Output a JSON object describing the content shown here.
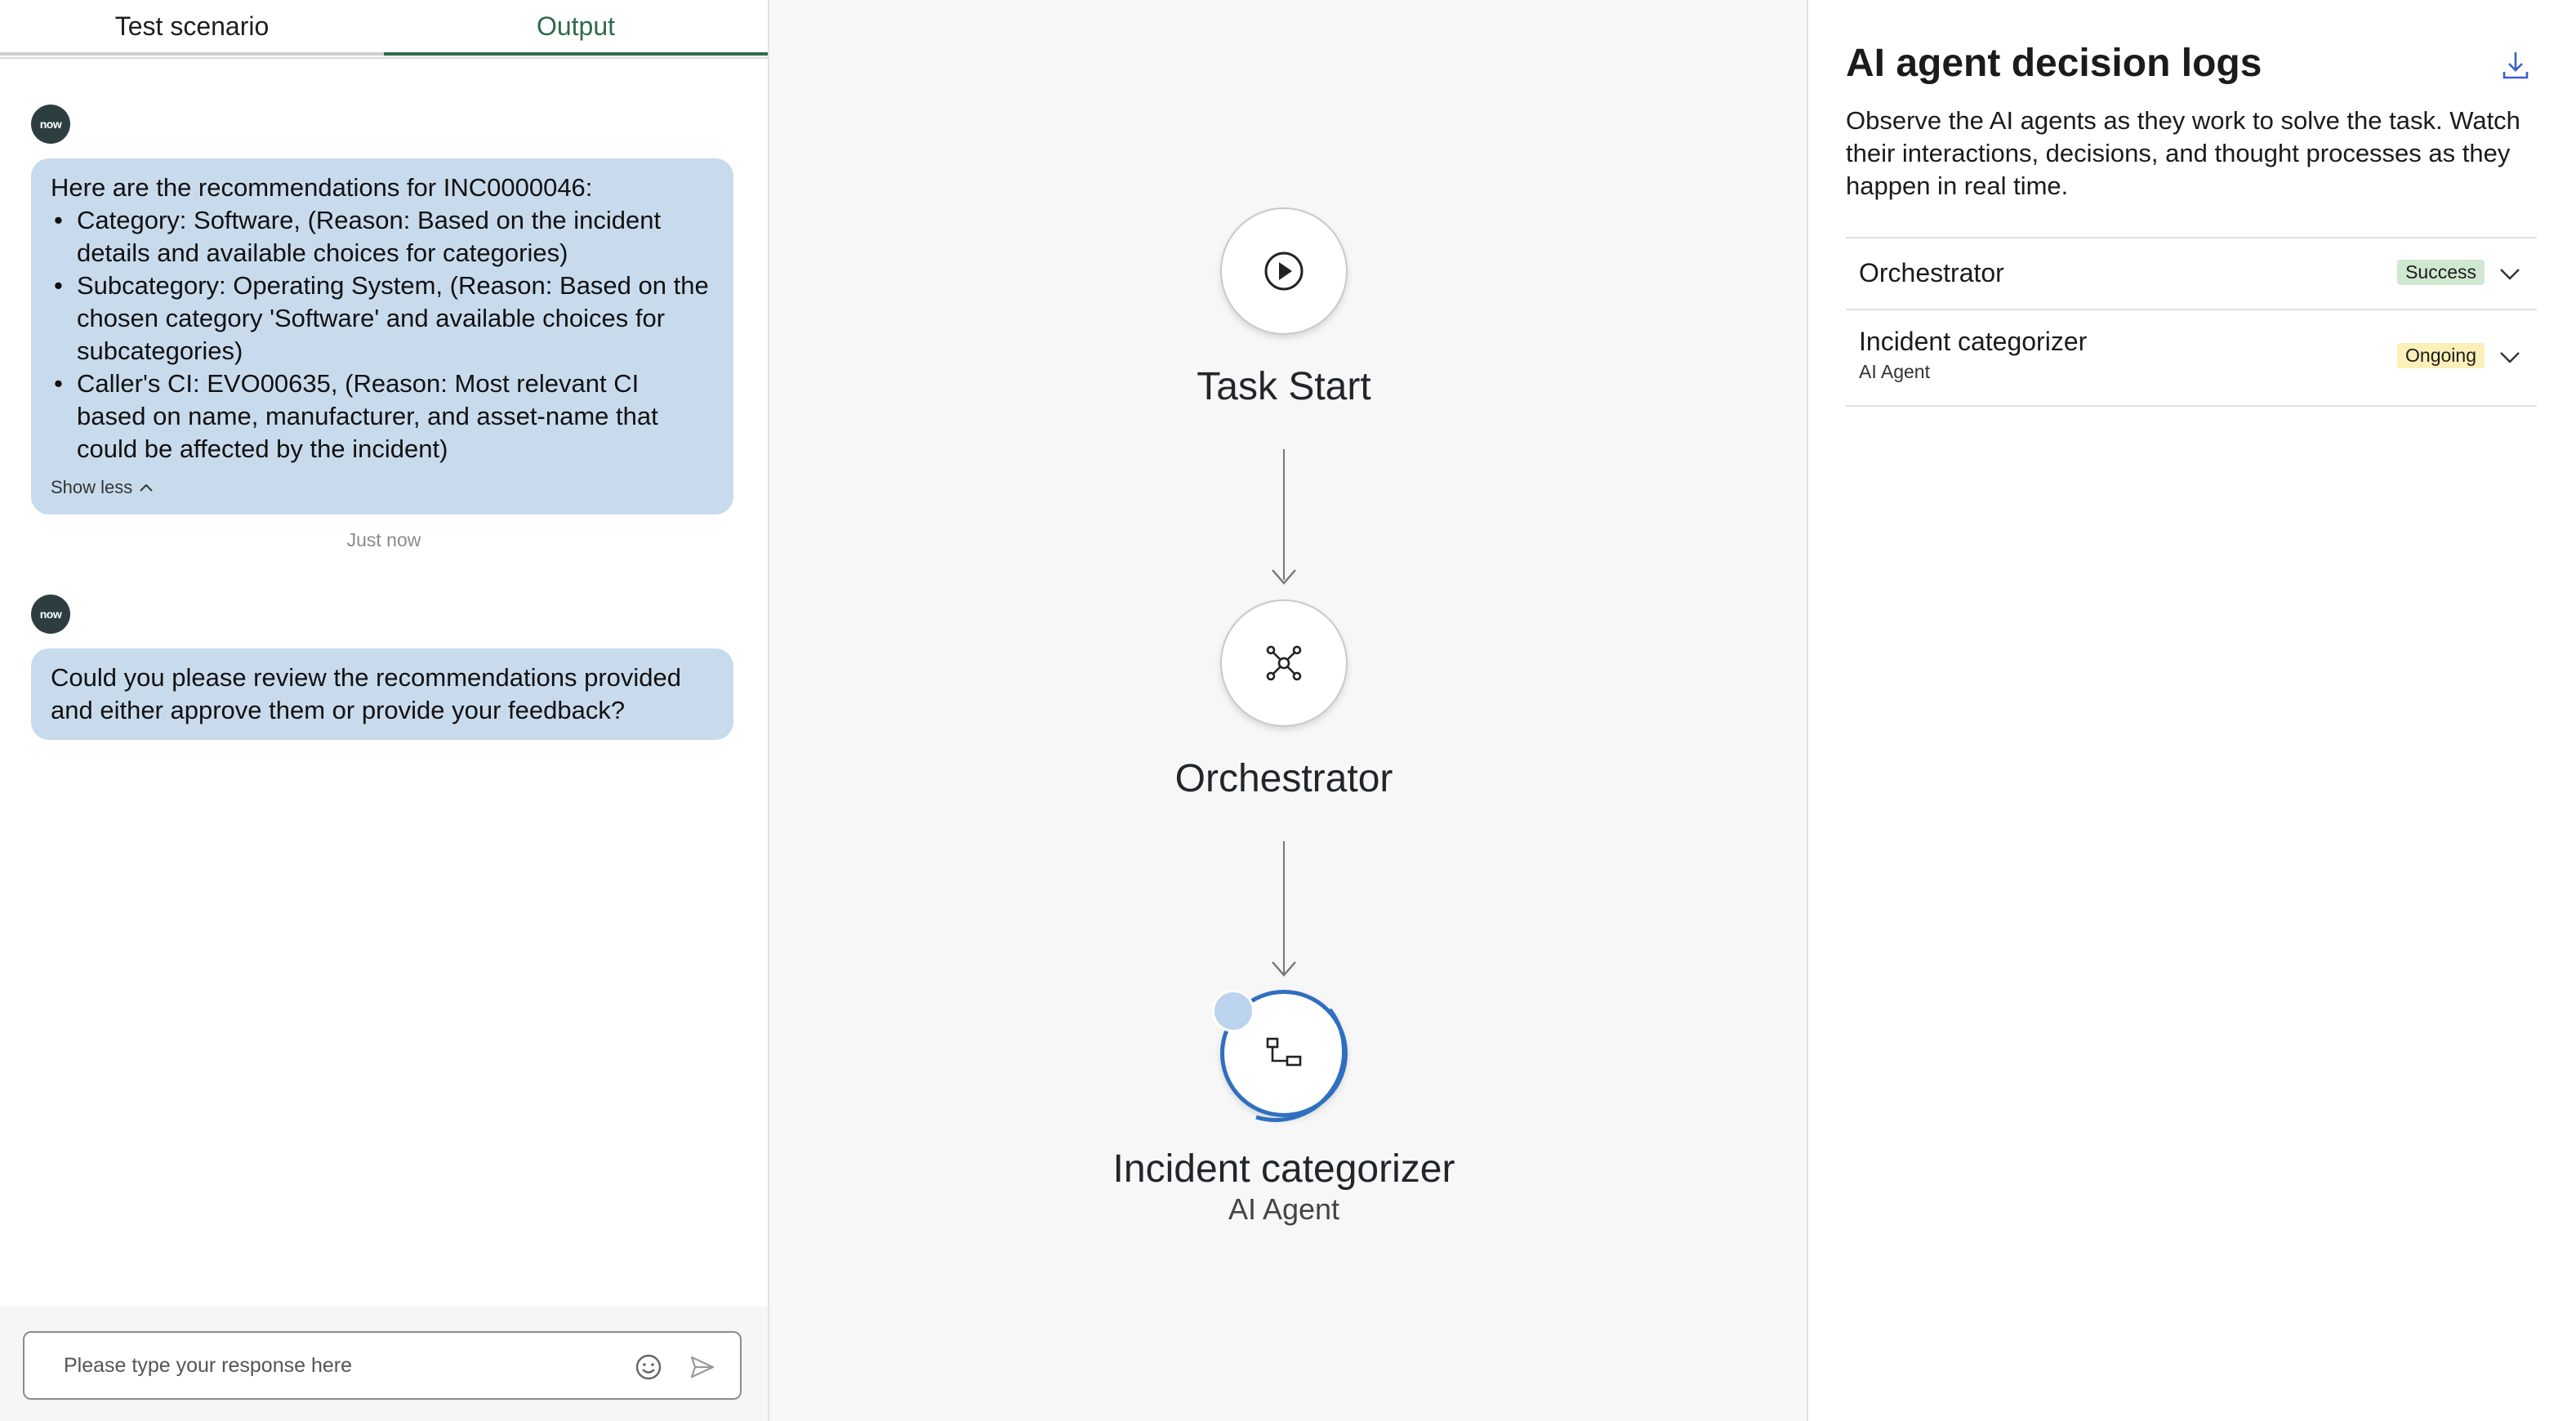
{
  "tabs": [
    {
      "label": "Test scenario",
      "active": false
    },
    {
      "label": "Output",
      "active": true
    }
  ],
  "chat": {
    "avatar_text": "now",
    "message1": {
      "intro": "Here are the recommendations for INC0000046:",
      "items": [
        "Category: Software, (Reason: Based on the incident details and available choices for categories)",
        "Subcategory: Operating System, (Reason: Based on the chosen category 'Software' and available choices for subcategories)",
        "Caller's CI: EVO00635, (Reason: Most relevant CI based on name, manufacturer, and asset-name that could be affected by the incident)"
      ],
      "show_less": "Show less",
      "timestamp": "Just now"
    },
    "message2": {
      "text": "Could you please review the recommendations provided and either approve them or provide your feedback?"
    },
    "composer": {
      "placeholder": "Please type your response here",
      "value": ""
    }
  },
  "flow": {
    "nodes": [
      {
        "label": "Task Start",
        "icon": "play-icon"
      },
      {
        "label": "Orchestrator",
        "icon": "network-icon"
      },
      {
        "label": "Incident categorizer",
        "sublabel": "AI Agent",
        "icon": "hierarchy-icon",
        "status": "in-progress"
      }
    ]
  },
  "logs": {
    "title": "AI agent decision logs",
    "description": "Observe the AI agents as they work to solve the task. Watch their interactions, decisions, and thought processes as they happen in real time.",
    "items": [
      {
        "name": "Orchestrator",
        "sub": "",
        "status": "Success"
      },
      {
        "name": "Incident categorizer",
        "sub": "AI Agent",
        "status": "Ongoing"
      }
    ]
  },
  "colors": {
    "accent_green": "#2e6b4a",
    "bubble_blue": "#c8dbed",
    "progress_blue": "#2f6fbf",
    "success_bg": "#cfe8cf",
    "ongoing_bg": "#fbf0b8"
  }
}
